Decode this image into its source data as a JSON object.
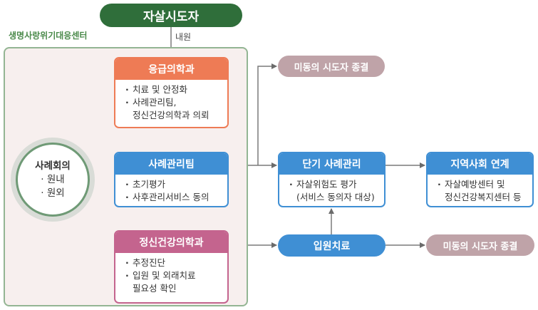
{
  "top": {
    "label": "자살시도자",
    "arrive_label": "내원"
  },
  "center": {
    "label": "생명사랑위기대응센터"
  },
  "colors": {
    "green_dark": "#2f6e3a",
    "orange": "#ee7b55",
    "blue": "#3f8fd4",
    "pink": "#c4648e",
    "gray_pill": "#bfa3a8",
    "container_bg": "#f7efee",
    "container_border": "#93b593"
  },
  "case_conference": {
    "title": "사례회의",
    "items": [
      "· 원내",
      "· 원외"
    ]
  },
  "emergency": {
    "title": "응급의학과",
    "items": [
      "치료 및 안정화",
      "사례관리팀,"
    ],
    "continuation": "정신건강의학과 의뢰"
  },
  "case_team": {
    "title": "사례관리팀",
    "items": [
      "초기평가",
      "사후관리서비스 동의"
    ]
  },
  "psychiatry": {
    "title": "정신건강의학과",
    "items": [
      "추정진단",
      "입원 및 외래치료"
    ],
    "continuation": "필요성 확인"
  },
  "short_term": {
    "title": "단기 사례관리",
    "items": [
      "자살위험도 평가"
    ],
    "continuation": "(서비스 동의자 대상)"
  },
  "community": {
    "title": "지역사회 연계",
    "items": [
      "자살예방센터 및"
    ],
    "continuation": "정신건강복지센터 등"
  },
  "hospitalization": {
    "label": "입원치료"
  },
  "end_top": {
    "label": "미동의 시도자 종결"
  },
  "end_bottom": {
    "label": "미동의 시도자 종결"
  }
}
